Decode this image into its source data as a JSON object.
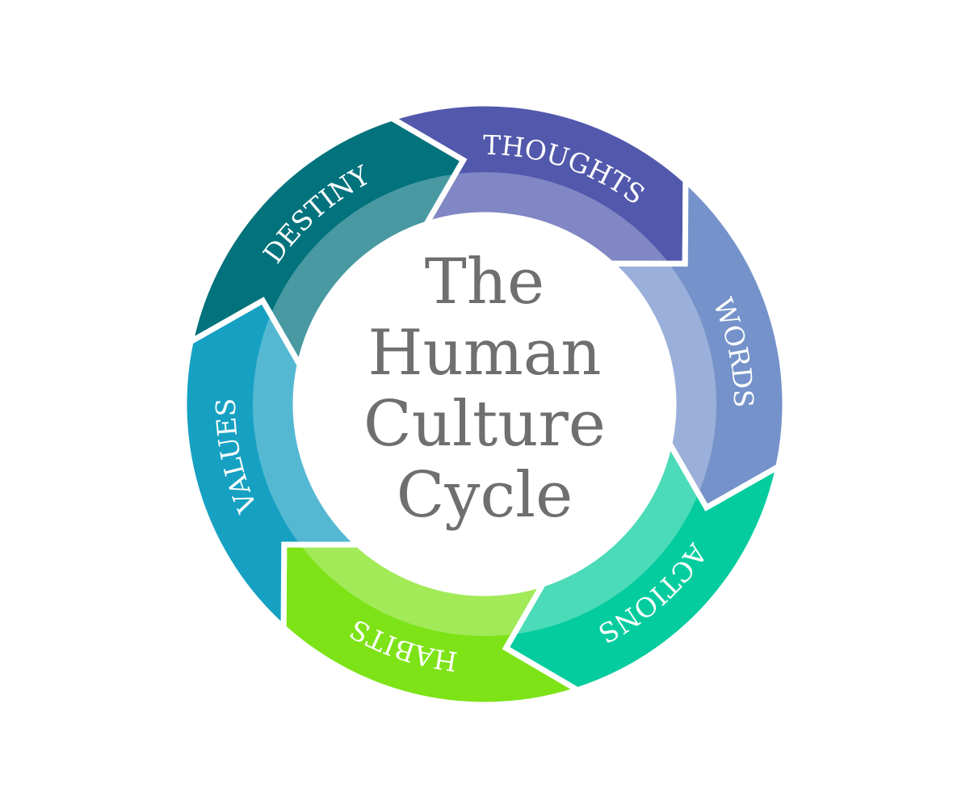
{
  "title": {
    "lines": [
      "The",
      "Human",
      "Culture",
      "Cycle"
    ],
    "color": "#6f6f6f"
  },
  "segments": [
    {
      "label": "THOUGHTS",
      "outer_color": "#5259AC",
      "inner_color": "#8087C4"
    },
    {
      "label": "WORDS",
      "outer_color": "#7593CA",
      "inner_color": "#9AAFD9"
    },
    {
      "label": "ACTIONS",
      "outer_color": "#05CC9E",
      "inner_color": "#4BDBB8"
    },
    {
      "label": "HABITS",
      "outer_color": "#7DE317",
      "inner_color": "#A2EA58"
    },
    {
      "label": "VALUES",
      "outer_color": "#16A1C3",
      "inner_color": "#55B8D3"
    },
    {
      "label": "DESTINY",
      "outer_color": "#02727C",
      "inner_color": "#4899A2"
    }
  ],
  "direction": "clockwise",
  "label_color": "#ffffff",
  "separator_color": "#ffffff"
}
